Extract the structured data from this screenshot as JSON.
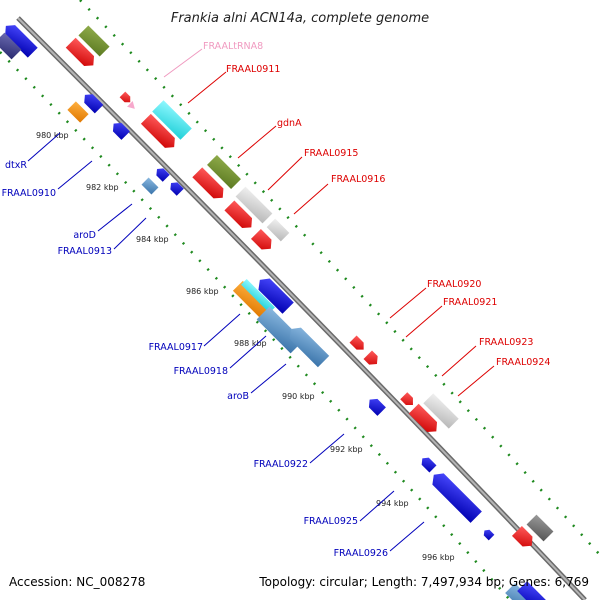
{
  "title": "Frankia alni ACN14a, complete genome",
  "footer": {
    "accession": "Accession: NC_008278",
    "summary": "Topology: circular; Length: 7,497,934 bp; Genes: 6,769"
  },
  "colors": {
    "backbone": "#8a8a8a",
    "tick": "#1f8a1f",
    "forward_label": "#dd0000",
    "reverse_label": "#0000bb",
    "trna_label": "#f09ac0"
  },
  "ticks": [
    "980 kbp",
    "982 kbp",
    "984 kbp",
    "986 kbp",
    "988 kbp",
    "990 kbp",
    "992 kbp",
    "994 kbp",
    "996 kbp"
  ],
  "labels": {
    "forward": [
      "FRAALtRNA8",
      "FRAAL0911",
      "gdnA",
      "FRAAL0915",
      "FRAAL0916",
      "FRAAL0920",
      "FRAAL0921",
      "FRAAL0923",
      "FRAAL0924"
    ],
    "reverse": [
      "dtxR",
      "FRAAL0910",
      "aroD",
      "FRAAL0913",
      "FRAAL0917",
      "FRAAL0918",
      "aroB",
      "FRAAL0922",
      "FRAAL0925",
      "FRAAL0926"
    ]
  }
}
